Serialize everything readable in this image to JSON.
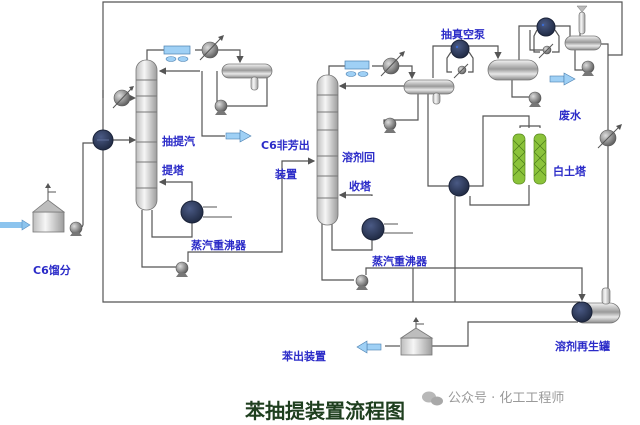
{
  "diagram": {
    "title": "苯抽提装置流程图",
    "watermark": "公众号 · 化工工程师",
    "labels": {
      "feed": "C6馏分",
      "extraction_col_1": "抽提汽",
      "extraction_col_2": "提塔",
      "c6_out_1": "C6非芳出",
      "c6_out_2": "装置",
      "reboiler_1": "蒸汽重沸器",
      "recovery_col_1": "溶剂回",
      "recovery_col_2": "收塔",
      "vacuum_pump": "抽真空泵",
      "waste_water": "废水",
      "clay_tower": "白土塔",
      "reboiler_2": "蒸汽重沸器",
      "regen_tank": "溶剂再生罐",
      "benzene_out": "苯出装置"
    },
    "colors": {
      "label": "#2b2bc8",
      "pipe": "#555555",
      "exchanger": "#2d3a5c",
      "clay": "#8bc33a",
      "arrow": "#8cc4ee"
    }
  }
}
